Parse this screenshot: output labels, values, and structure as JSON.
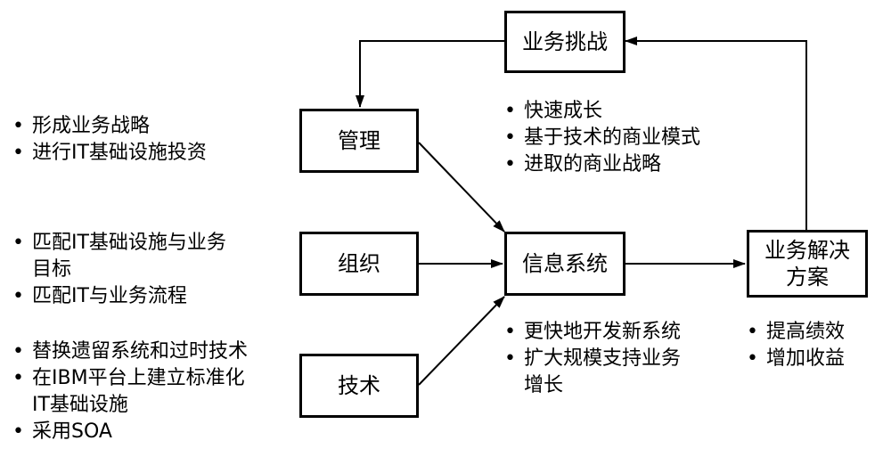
{
  "nodes": {
    "challenge": "业务挑战",
    "management": "管理",
    "organization": "组织",
    "technology": "技术",
    "info_system": "信息系统",
    "solution": "业务解决\n方案"
  },
  "lists": {
    "management": [
      "形成业务战略",
      "进行IT基础设施投资"
    ],
    "organization_1a": "匹配IT基础设施与业务",
    "organization_1b": "目标",
    "organization_2": "匹配IT与业务流程",
    "technology_1": "替换遗留系统和过时技术",
    "technology_2a": "在IBM平台上建立标准化",
    "technology_2b": "IT基础设施",
    "technology_3": "采用SOA",
    "challenge": [
      "快速成长",
      "基于技术的商业模式",
      "进取的商业战略"
    ],
    "info_system_1": "更快地开发新系统",
    "info_system_2a": "扩大规模支持业务",
    "info_system_2b": "增长",
    "solution": [
      "提高绩效",
      "增加收益"
    ]
  },
  "bullet": "•"
}
